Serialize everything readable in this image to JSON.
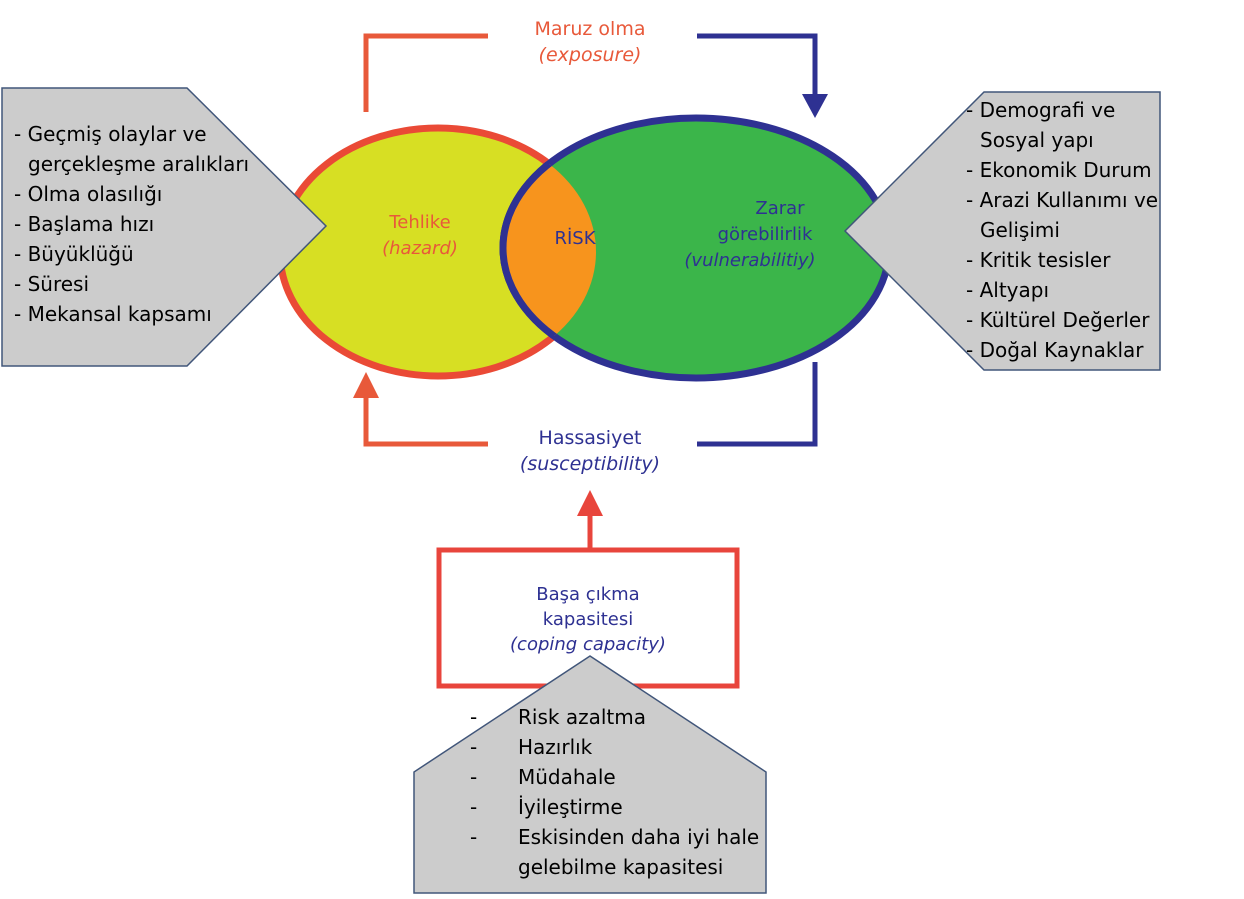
{
  "exposure": {
    "label": "Maruz olma",
    "label_en": "(exposure)"
  },
  "hazard": {
    "label": "Tehlike",
    "label_en": "(hazard)"
  },
  "risk": {
    "label": "RİSK"
  },
  "vulnerability": {
    "label_1": "Zarar",
    "label_2": "görebilirlik",
    "label_en": "(vulnerabilitiy)"
  },
  "susceptibility": {
    "label": "Hassasiyet",
    "label_en": "(susceptibility)"
  },
  "coping": {
    "label_1": "Başa çıkma",
    "label_2": "kapasitesi",
    "label_en": "(coping capacity)"
  },
  "hazard_factors": [
    "- Geçmiş olaylar ve",
    "gerçekleşme aralıkları",
    "- Olma olasılığı",
    "- Başlama hızı",
    "- Büyüklüğü",
    "- Süresi",
    "- Mekansal kapsamı"
  ],
  "vulnerability_factors": [
    "- Demografi ve",
    "Sosyal yapı",
    "- Ekonomik Durum",
    "- Arazi Kullanımı ve",
    "Gelişimi",
    "- Kritik tesisler",
    "- Altyapı",
    "- Kültürel Değerler",
    "- Doğal Kaynaklar"
  ],
  "coping_factors": [
    {
      "dash": "-",
      "text": "Risk azaltma"
    },
    {
      "dash": "-",
      "text": "Hazırlık"
    },
    {
      "dash": "-",
      "text": "Müdahale"
    },
    {
      "dash": "-",
      "text": "İyileştirme"
    },
    {
      "dash": "-",
      "text": "Eskisinden daha iyi hale"
    },
    {
      "dash": "",
      "text": "gelebilme kapasitesi"
    }
  ],
  "colors": {
    "orange_red": "#e8593a",
    "hazard_border": "#ea4a36",
    "hazard_fill": "#d7df23",
    "vuln_fill": "#3bb54a",
    "navy": "#2e3192",
    "risk_fill": "#f7941d",
    "gray_box": "#cccccc",
    "gray_border": "#41567a"
  }
}
